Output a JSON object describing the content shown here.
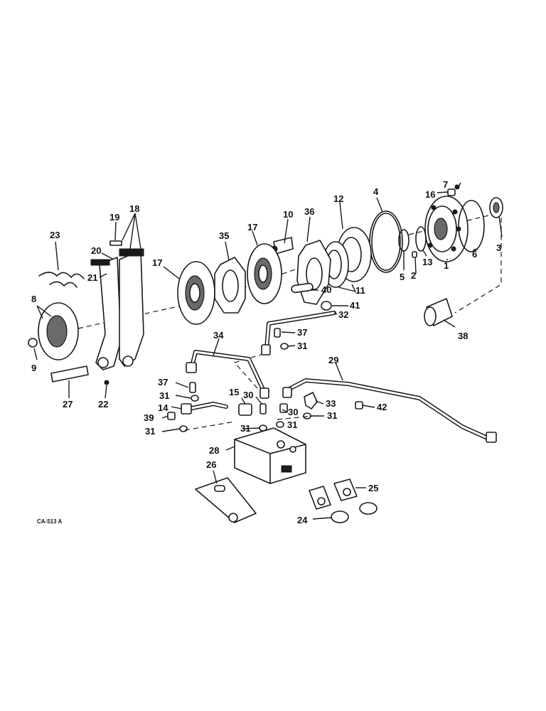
{
  "diagram": {
    "code": "CA-513 A",
    "callouts": {
      "p1": "1",
      "p2": "2",
      "p3": "3",
      "p4": "4",
      "p5": "5",
      "p6": "6",
      "p7": "7",
      "p8": "8",
      "p9": "9",
      "p10": "10",
      "p11": "11",
      "p12": "12",
      "p13": "13",
      "p14": "14",
      "p15": "15",
      "p16": "16",
      "p17a": "17",
      "p17b": "17",
      "p18": "18",
      "p19": "19",
      "p20": "20",
      "p21": "21",
      "p22": "22",
      "p23": "23",
      "p24": "24",
      "p25": "25",
      "p26": "26",
      "p27": "27",
      "p28": "28",
      "p29": "29",
      "p30a": "30",
      "p30b": "30",
      "p31a": "31",
      "p31b": "31",
      "p31c": "31",
      "p31d": "31",
      "p31e": "31",
      "p31f": "31",
      "p32": "32",
      "p33": "33",
      "p34": "34",
      "p35": "35",
      "p36": "36",
      "p37a": "37",
      "p37b": "37",
      "p38": "38",
      "p39": "39",
      "p40": "40",
      "p41": "41",
      "p42": "42"
    }
  }
}
